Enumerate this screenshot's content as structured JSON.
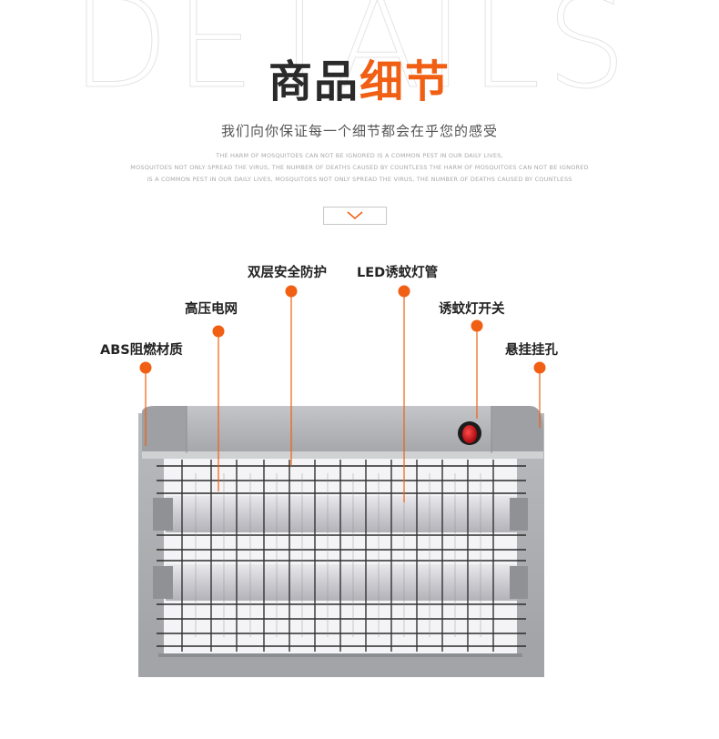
{
  "header": {
    "watermark": "DETAILS",
    "title_part1": "商品",
    "title_part2": "细节",
    "subtitle": "我们向你保证每一个细节都会在乎您的感受",
    "english_lines": [
      "THE HARM OF MOSQUITOES CAN NOT BE IGNORED IS A COMMON PEST IN OUR DAILY LIVES,",
      "MOSQUITOES NOT ONLY SPREAD THE VIRUS, THE NUMBER OF DEATHS CAUSED BY COUNTLESS THE HARM OF MOSQUITOES CAN NOT BE IGNORED",
      "IS A COMMON PEST IN OUR DAILY LIVES, MOSQUITOES NOT ONLY SPREAD THE VIRUS, THE NUMBER OF DEATHS CAUSED BY COUNTLESS"
    ],
    "scroll_icon": "chevron-down-icon"
  },
  "callouts": [
    {
      "id": "abs",
      "label": "ABS阻燃材质"
    },
    {
      "id": "grid",
      "label": "高压电网"
    },
    {
      "id": "double",
      "label": "双层安全防护"
    },
    {
      "id": "led",
      "label": "LED诱蚊灯管"
    },
    {
      "id": "switch",
      "label": "诱蚊灯开关"
    },
    {
      "id": "hang",
      "label": "悬挂挂孔"
    }
  ],
  "colors": {
    "accent": "#f05f13",
    "title_dark": "#2a2a2a",
    "body_gray": "#a7a9ac",
    "switch_red": "#d8121b"
  }
}
